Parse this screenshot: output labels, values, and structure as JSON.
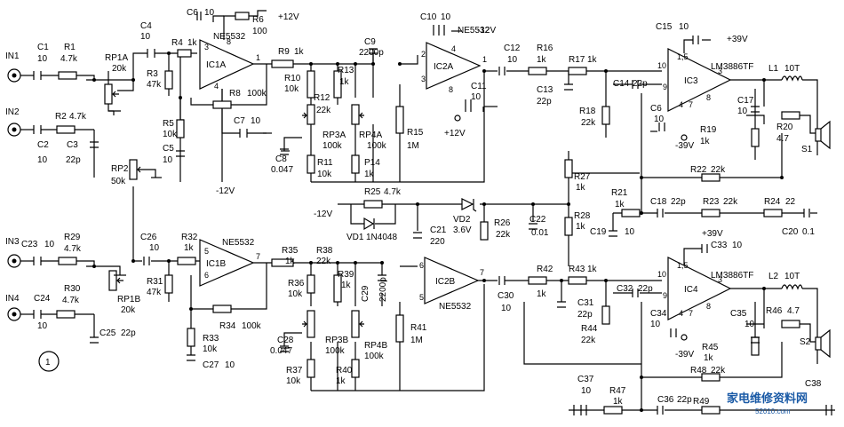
{
  "labels": {
    "in1": "IN1",
    "in2": "IN2",
    "in3": "IN3",
    "in4": "IN4",
    "c1": "C1",
    "c1v": "10",
    "r1": "R1",
    "r1v": "4.7k",
    "rp1a": "RP1A",
    "rp1av": "20k",
    "c2": "C2",
    "c2v": "10",
    "r2": "R2",
    "r2v": "4.7k",
    "c3": "C3",
    "c3v": "22p",
    "rp2": "RP2",
    "rp2v": "50k",
    "r3": "R3",
    "r3v": "47k",
    "c4": "C4",
    "c4v": "10",
    "r4": "R4",
    "r4v": "1k",
    "c6": "C6",
    "c6v": "10",
    "r6": "R6",
    "r6v": "100",
    "p12v": "+12V",
    "n12v": "-12V",
    "ic1a": "IC1A",
    "ne5532": "NE5532",
    "r8": "R8",
    "r8v": "100k",
    "r5": "R5",
    "r5v": "10k",
    "c5": "C5",
    "c5v": "10",
    "c7": "C7",
    "c7v": "10",
    "r9": "R9",
    "r9v": "1k",
    "c9": "C9",
    "c9v": "2200p",
    "r10": "R10",
    "r10v": "10k",
    "r13": "R13",
    "r13v": "1k",
    "r12": "R12",
    "r12v": "22k",
    "rp3a": "RP3A",
    "rp3av": "100k",
    "rp4a": "RP4A",
    "rp4av": "100k",
    "c8": "C8",
    "c8v": "0.047",
    "r11": "R11",
    "r11v": "10k",
    "p14": "P14",
    "p14v": "1k",
    "r15": "R15",
    "r15v": "1M",
    "c10": "C10",
    "c10v": "10",
    "ic2a": "IC2A",
    "c11": "C11",
    "c11v": "10",
    "c12": "C12",
    "c12v": "10",
    "r16": "R16",
    "r16v": "1k",
    "r17": "R17",
    "r17v": "1k",
    "c13": "C13",
    "c13v": "22p",
    "r18": "R18",
    "r18v": "22k",
    "c14": "C14",
    "c14v": "22p",
    "c15": "C15",
    "c15v": "10",
    "p39v": "+39V",
    "n39v": "-39V",
    "ic3": "IC3",
    "lm3886": "LM3886TF",
    "c6b": "C6",
    "c6bv": "10",
    "c17": "C17",
    "c17v": "10",
    "l1": "L1",
    "l1v": "10T",
    "r20": "R20",
    "r20v": "4.7",
    "s1": "S1",
    "r19": "R19",
    "r19v": "1k",
    "r22": "R22",
    "r22v": "22k",
    "r27": "R27",
    "r27v": "1k",
    "r21": "R21",
    "r21v": "1k",
    "c18": "C18",
    "c18v": "22p",
    "r23": "R23",
    "r23v": "22k",
    "r24": "R24",
    "r24v": "22",
    "c19": "C19",
    "c19v": "10",
    "c20": "C20",
    "c20v": "0.1",
    "r25": "R25",
    "r25v": "4.7k",
    "vd1": "VD1",
    "vd1v": "1N4048",
    "vd2": "VD2",
    "vd2v": "3.6V",
    "c21": "C21",
    "c21v": "220",
    "r26": "R26",
    "r26v": "22k",
    "c22": "C22",
    "c22v": "0.01",
    "r28": "R28",
    "r28v": "1k",
    "c23": "C23",
    "c23v": "10",
    "r29": "R29",
    "r29v": "4.7k",
    "c24": "C24",
    "c24v": "10",
    "r30": "R30",
    "r30v": "4.7k",
    "rp1b": "RP1B",
    "rp1bv": "20k",
    "c25": "C25",
    "c25v": "22p",
    "c26": "C26",
    "c26v": "10",
    "r32": "R32",
    "r32v": "1k",
    "r31": "R31",
    "r31v": "47k",
    "ic1b": "IC1B",
    "r34": "R34",
    "r34v": "100k",
    "r33": "R33",
    "r33v": "10k",
    "c27": "C27",
    "c27v": "10",
    "r35": "R35",
    "r35v": "1k",
    "r38": "R38",
    "r38v": "22k",
    "r36": "R36",
    "r36v": "10k",
    "r39": "R39",
    "r39v": "1k",
    "c29": "C29",
    "c29v": "2200p",
    "rp3b": "RP3B",
    "rp3bv": "100k",
    "rp4b": "RP4B",
    "rp4bv": "100k",
    "c28": "C28",
    "c28v": "0.047",
    "r37": "R37",
    "r37v": "10k",
    "r40": "R40",
    "r40v": "1k",
    "r41": "R41",
    "r41v": "1M",
    "ic2b": "IC2B",
    "c30": "C30",
    "c30v": "10",
    "r42": "R42",
    "r42v": "1k",
    "r43": "R43",
    "r43v": "1k",
    "c31": "C31",
    "c31v": "22p",
    "c32": "C32",
    "c32v": "22p",
    "r44": "R44",
    "r44v": "22k",
    "c33": "C33",
    "c33v": "10",
    "ic4": "IC4",
    "c34": "C34",
    "c34v": "10",
    "c35": "C35",
    "c35v": "10",
    "r45": "R45",
    "r45v": "1k",
    "l2": "L2",
    "l2v": "10T",
    "r46": "R46",
    "r46v": "4.7",
    "s2": "S2",
    "c37": "C37",
    "c37v": "10",
    "r47": "R47",
    "r47v": "1k",
    "c36": "C36",
    "c36v": "22p",
    "r48": "R48",
    "r48v": "22k",
    "r49": "R49",
    "c38": "C38",
    "figure_no": "1",
    "watermark": "家电维修资料网",
    "watermark_url": "52010.com"
  },
  "pins": {
    "ic1a_p3": "3",
    "ic1a_p8": "8",
    "ic1a_p1": "1",
    "ic1a_p4": "4",
    "ic2a_p2": "2",
    "ic2a_p4": "4",
    "ic2a_p1": "1",
    "ic2a_p3": "3",
    "ic2a_p8": "8",
    "ic3_p10": "10",
    "ic3_p1_5": "1,5",
    "ic3_p3": "3",
    "ic3_p9": "9",
    "ic3_p4": "4",
    "ic3_p7": "7",
    "ic3_p8": "8",
    "ic1b_p5": "5",
    "ic1b_p6": "6",
    "ic1b_p7": "7",
    "ic2b_p6": "6",
    "ic2b_p5": "5",
    "ic2b_p7": "7",
    "ic4_p10": "10",
    "ic4_p1_5": "1,5",
    "ic4_p3": "3",
    "ic4_p9": "9",
    "ic4_p4": "4",
    "ic4_p7": "7",
    "ic4_p8": "8"
  }
}
